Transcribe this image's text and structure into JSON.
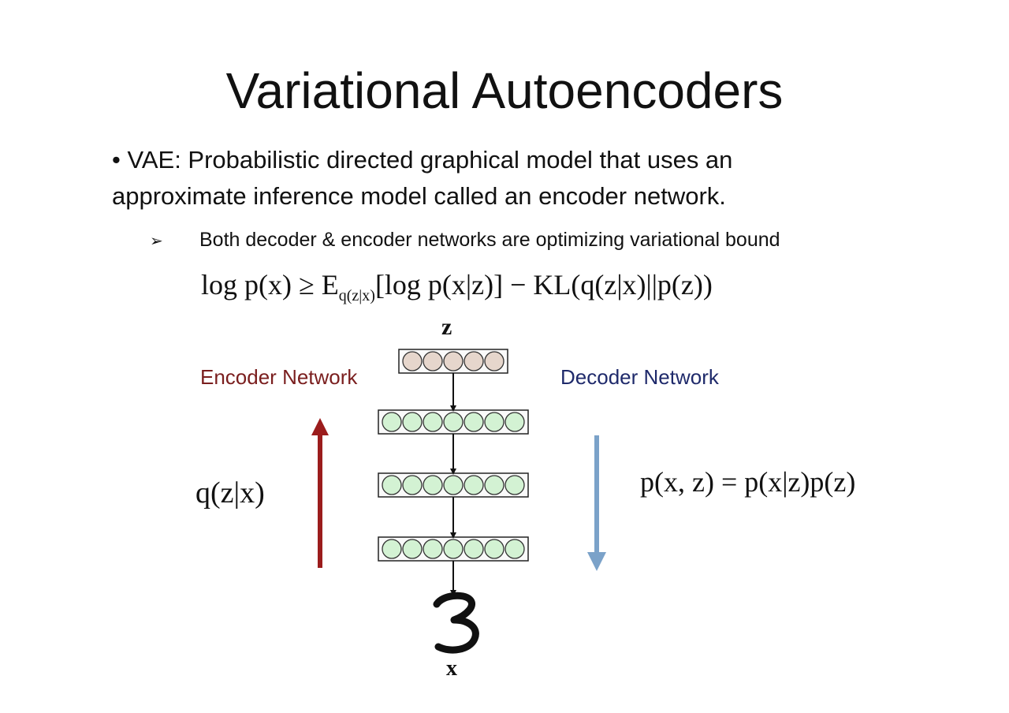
{
  "title": "Variational Autoencoders",
  "bullet": {
    "line1": "• VAE: Probabilistic directed graphical model that uses an",
    "line2": "approximate inference model called an encoder network."
  },
  "subpoint": {
    "marker": "➢",
    "text": "Both decoder & encoder networks are optimizing variational bound"
  },
  "equation": {
    "lhs": "log p(x) ≥ E",
    "sub": "q(z|x)",
    "rhs": "[log p(x|z)] − KL(q(z|x)||p(z))"
  },
  "diagram": {
    "latent_label": "z",
    "data_label": "x",
    "digit": "3",
    "encoder_label": "Encoder Network",
    "decoder_label": "Decoder Network",
    "encoder_formula": "q(z|x)",
    "decoder_formula": "p(x, z) = p(x|z)p(z)",
    "latent_units": 5,
    "hidden_layer_units": [
      7,
      7,
      7
    ],
    "colors": {
      "latent_node": "#e6d6cc",
      "hidden_node": "#d3f2d3",
      "encoder_arrow": "#9b1c1c",
      "decoder_arrow": "#7ba2c9",
      "encoder_text": "#7a1e1e",
      "decoder_text": "#1f2a6b"
    }
  }
}
